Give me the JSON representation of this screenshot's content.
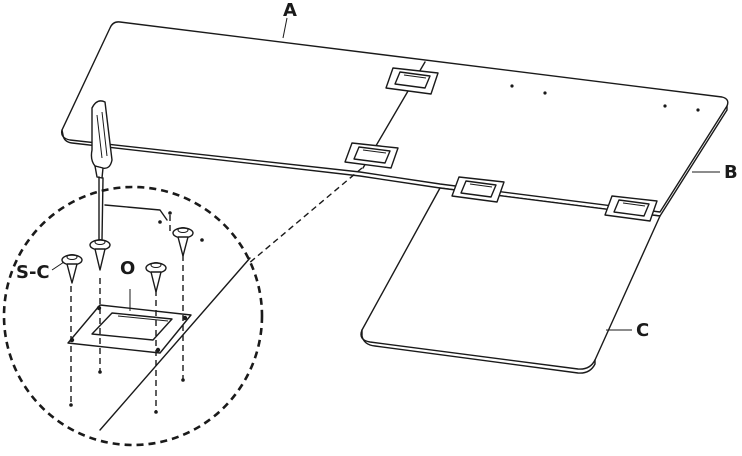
{
  "labels": {
    "panel_a": "A",
    "panel_b": "B",
    "panel_c": "C",
    "screw": "S-C",
    "plate": "O"
  },
  "icons": {
    "screwdriver": "screwdriver-icon",
    "screw": "screw-icon",
    "plate": "connector-plate-icon"
  }
}
